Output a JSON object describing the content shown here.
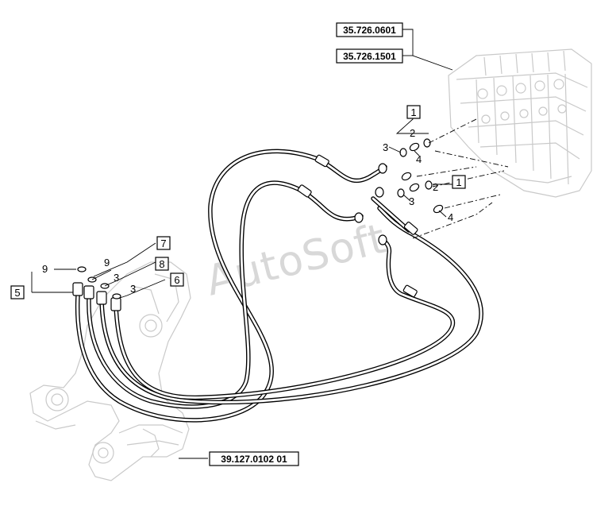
{
  "diagram": {
    "part_refs": {
      "valve_ref_a": "35.726.0601",
      "valve_ref_b": "35.726.1501",
      "frame_ref": "39.127.0102 01"
    },
    "boxed_callouts": [
      {
        "id": "c1_top",
        "text": "1"
      },
      {
        "id": "c1_mid",
        "text": "1"
      },
      {
        "id": "c5",
        "text": "5"
      },
      {
        "id": "c6",
        "text": "6"
      },
      {
        "id": "c7",
        "text": "7"
      },
      {
        "id": "c8",
        "text": "8"
      }
    ],
    "plain_callouts": [
      {
        "id": "p2_top",
        "text": "2"
      },
      {
        "id": "p3_top",
        "text": "3"
      },
      {
        "id": "p4_top",
        "text": "4"
      },
      {
        "id": "p2_mid",
        "text": "2"
      },
      {
        "id": "p3_mid",
        "text": "3"
      },
      {
        "id": "p4_mid",
        "text": "4"
      },
      {
        "id": "p9_left",
        "text": "9"
      },
      {
        "id": "p9_right",
        "text": "9"
      },
      {
        "id": "p3_left_a",
        "text": "3"
      },
      {
        "id": "p3_left_b",
        "text": "3"
      }
    ],
    "watermark": "AutoSoft"
  }
}
